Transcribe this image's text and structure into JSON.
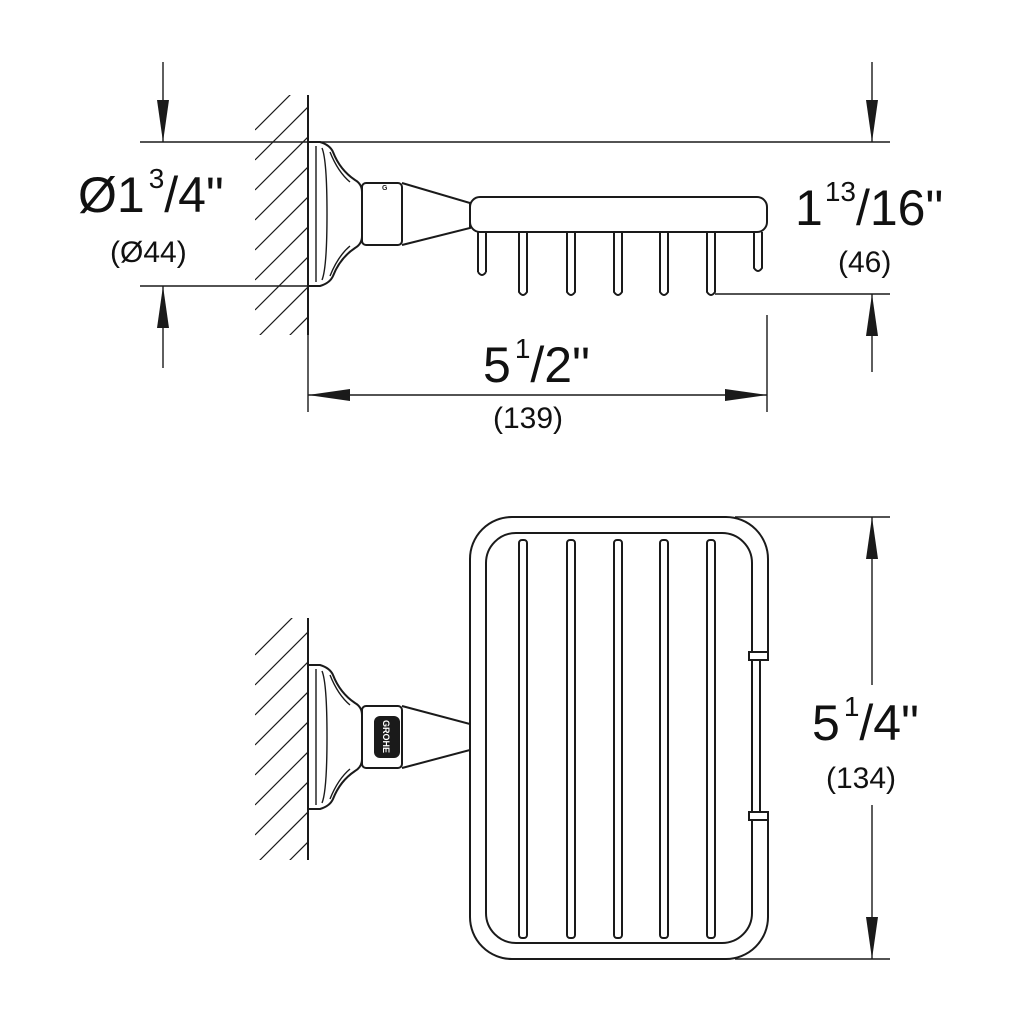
{
  "dimensions": {
    "diameter": {
      "prefix": "Ø1",
      "num": "3",
      "den": "/4\"",
      "mm": "(Ø44)"
    },
    "height": {
      "prefix": "1",
      "num": "13",
      "den": "/16\"",
      "mm": "(46)"
    },
    "depth": {
      "prefix": "5",
      "num": "1",
      "den": "/2\"",
      "mm": "(139)"
    },
    "width": {
      "prefix": "5",
      "num": "1",
      "den": "/4\"",
      "mm": "(134)"
    }
  },
  "logo": {
    "text": "GROHE"
  },
  "colors": {
    "line": "#1a1a1a",
    "background": "#ffffff"
  }
}
